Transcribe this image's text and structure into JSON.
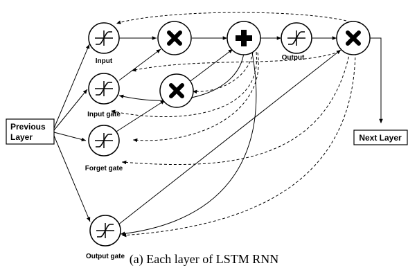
{
  "nodes": {
    "input": {
      "label": "Input",
      "icon": "sigmoid-icon"
    },
    "input_gate": {
      "label": "Input gate",
      "icon": "sigmoid-icon"
    },
    "forget_gate": {
      "label": "Forget gate",
      "icon": "sigmoid-icon"
    },
    "output_gate": {
      "label": "Output gate",
      "icon": "sigmoid-icon"
    },
    "output": {
      "label": "Output",
      "icon": "sigmoid-icon"
    },
    "multiply_1": {
      "icon": "multiply-icon"
    },
    "multiply_2": {
      "icon": "multiply-icon"
    },
    "multiply_3": {
      "icon": "multiply-icon"
    },
    "add": {
      "icon": "plus-icon"
    }
  },
  "boxes": {
    "previous_layer": {
      "line1": "Previous",
      "line2": "Layer"
    },
    "next_layer": {
      "label": "Next Layer"
    }
  },
  "caption": "(a) Each layer of LSTM RNN"
}
